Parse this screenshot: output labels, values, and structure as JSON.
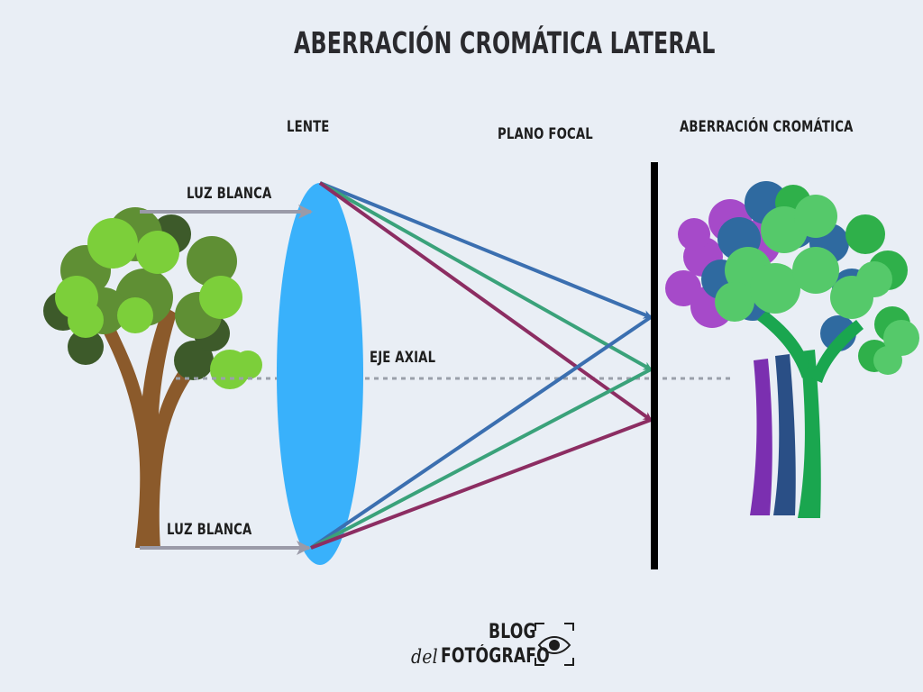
{
  "title": "ABERRACIÓN CROMÁTICA LATERAL",
  "labels": {
    "lente": "LENTE",
    "plano_focal": "PLANO FOCAL",
    "aberracion": "ABERRACIÓN CROMÁTICA",
    "luz_blanca_top": "LUZ BLANCA",
    "luz_blanca_bottom": "LUZ BLANCA",
    "eje_axial": "EJE AXIAL"
  },
  "logo": {
    "line1": "BLOG",
    "del": "del",
    "line2": "FOTÓGRAFO"
  },
  "colors": {
    "background": "#e9eef5",
    "lens": "#39b1fb",
    "ray_blue": "#3b6fb0",
    "ray_green": "#3aa27a",
    "ray_purple": "#8c2d62",
    "white_light": "#9a9aa8",
    "axis": "#9aa0aa",
    "focal_plane": "#000000"
  },
  "icons": [
    "eye-camera-icon",
    "tree-icon"
  ]
}
